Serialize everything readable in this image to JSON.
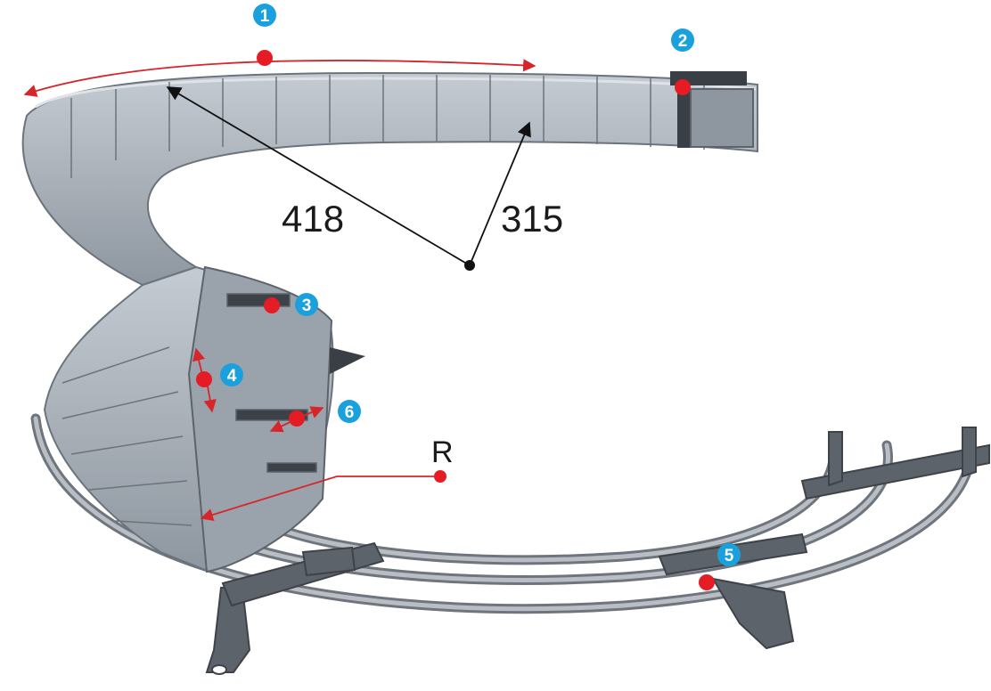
{
  "diagram": {
    "dimension_labels": {
      "outer": "418",
      "inner": "315"
    },
    "radius_label": "R",
    "callouts": [
      "1",
      "2",
      "3",
      "4",
      "5",
      "6"
    ],
    "colors": {
      "callout_fill": "#1aa0dc",
      "marker": "#e51c24",
      "arrow_red": "#d7262b",
      "arrow_black": "#111111",
      "chain": "#a9b0b8",
      "chain_dark": "#7d858e",
      "rail": "#8b9096"
    }
  }
}
